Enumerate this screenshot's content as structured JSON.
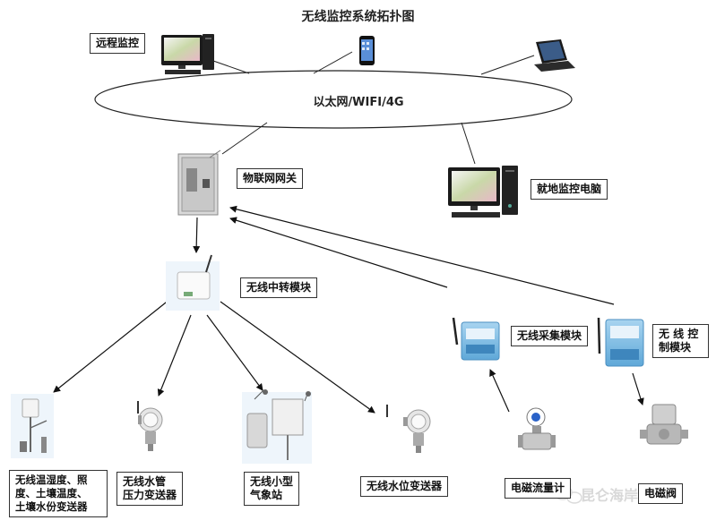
{
  "title": "无线监控系统拓扑图",
  "network_label": "以太网/WIFI/4G",
  "labels": {
    "remote": "远程监控",
    "gateway": "物联网网关",
    "local_pc": "就地监控电脑",
    "relay": "无线中转模块",
    "collector": "无线采集模块",
    "controller": "无 线 控\n制模块",
    "sensor_multi": "无线温湿度、照\n度、土壤温度、\n土壤水份变送器",
    "pressure": "无线水管\n压力变送器",
    "weather": "无线小型\n气象站",
    "level": "无线水位变送器",
    "flowmeter": "电磁流量计",
    "valve": "电磁阀"
  },
  "watermark": "昆仑海岸",
  "icons": [
    "desktop-computer-icon",
    "smartphone-icon",
    "laptop-icon",
    "gateway-cabinet-icon",
    "wireless-module-icon",
    "sensor-icon",
    "weather-station-icon",
    "flowmeter-icon",
    "solenoid-valve-icon"
  ]
}
